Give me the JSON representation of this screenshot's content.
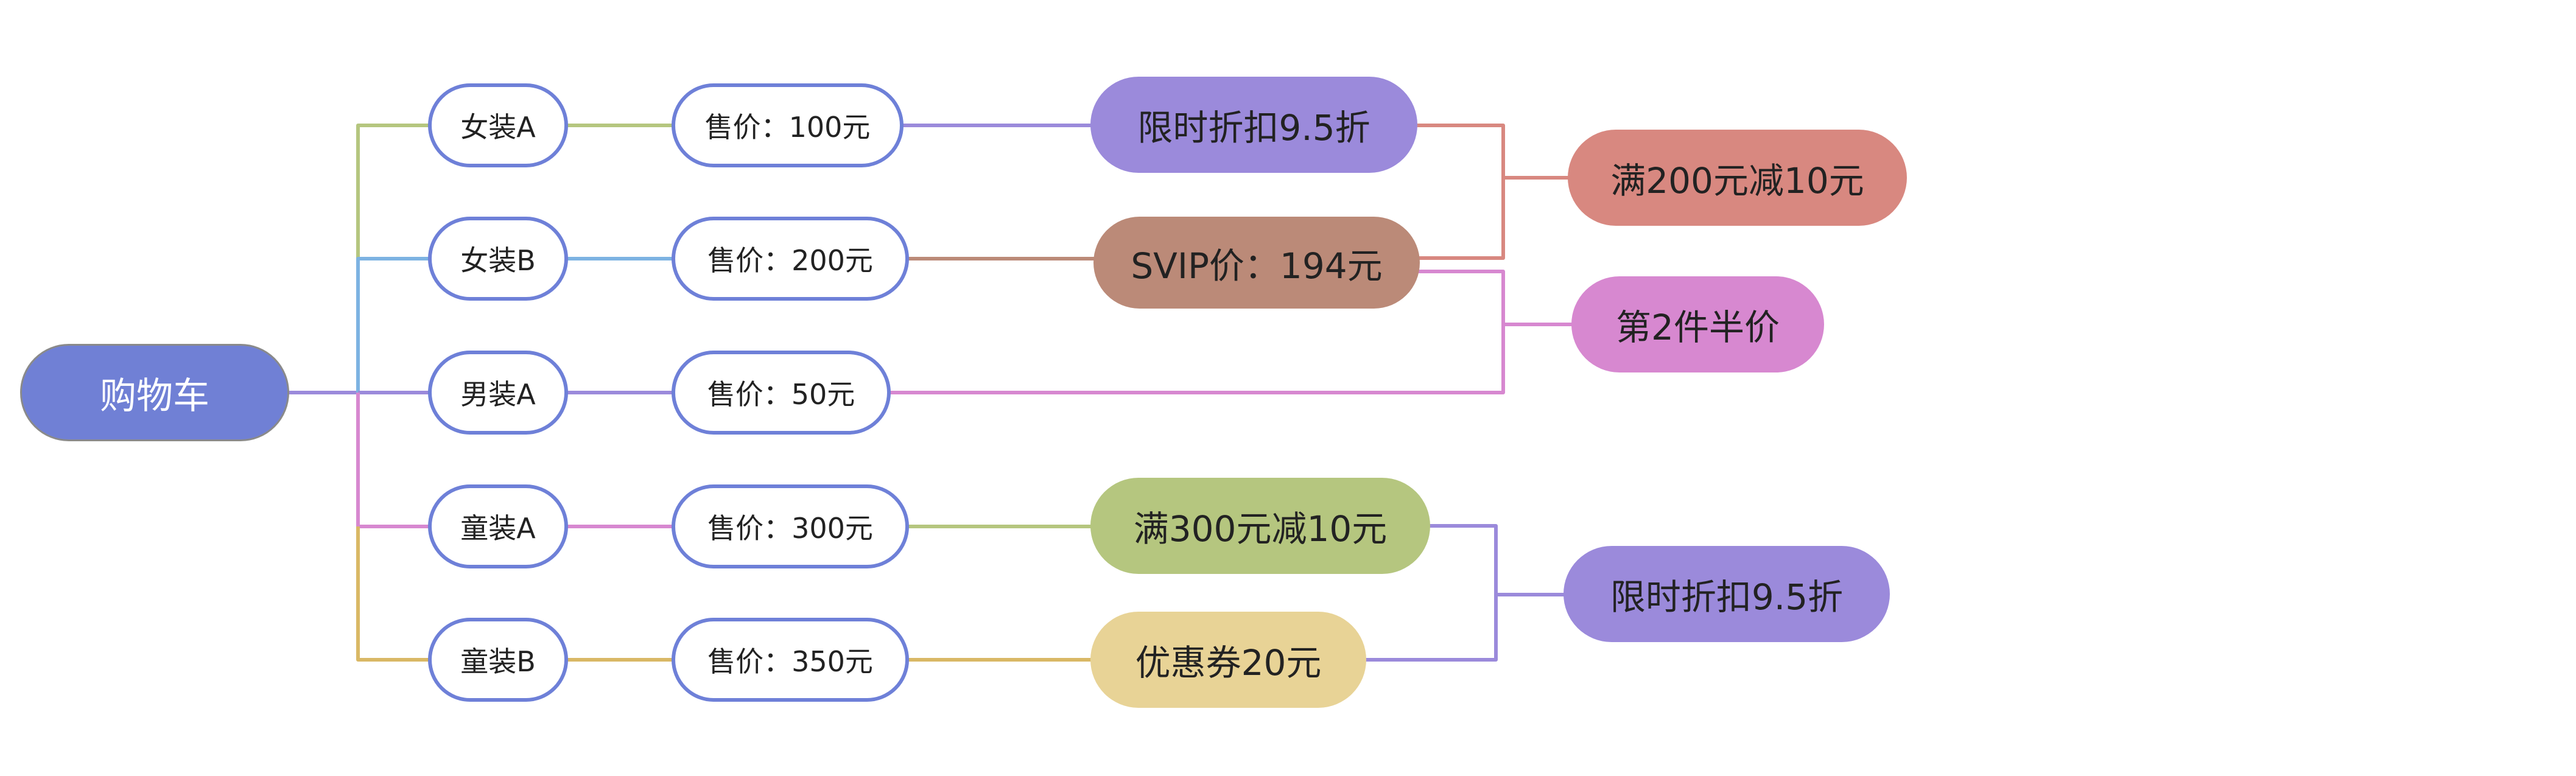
{
  "root": {
    "label": "购物车",
    "color": "#7080D5"
  },
  "branch_colors": [
    "#B5C67F",
    "#7DB3E2",
    "#9B8ADB",
    "#D788D0",
    "#D9B865"
  ],
  "rows": [
    {
      "item": "女装A",
      "price": "售价：100元"
    },
    {
      "item": "女装B",
      "price": "售价：200元"
    },
    {
      "item": "男装A",
      "price": "售价：50元"
    },
    {
      "item": "童装A",
      "price": "售价：300元"
    },
    {
      "item": "童装B",
      "price": "售价：350元"
    }
  ],
  "promos": {
    "row1": {
      "label": "限时折扣9.5折",
      "color": "#9B8ADB"
    },
    "row2": {
      "label": "SVIP价：194元",
      "color": "#BB8A78"
    },
    "row4": {
      "label": "满300元减10元",
      "color": "#B5C67F"
    },
    "row5": {
      "label": "优惠券20元",
      "color": "#E8D396"
    }
  },
  "group_promos": {
    "full_reduction": {
      "label": "满200元减10元",
      "color": "#D88880",
      "applies_to": [
        "限时折扣9.5折",
        "SVIP价：194元"
      ]
    },
    "second_half": {
      "label": "第2件半价",
      "color": "#D788D0",
      "applies_to": [
        "SVIP价：194元",
        "售价：50元"
      ]
    },
    "flash_discount": {
      "label": "限时折扣9.5折",
      "color": "#9B8ADB",
      "applies_to": [
        "满300元减10元",
        "优惠券20元"
      ]
    }
  }
}
